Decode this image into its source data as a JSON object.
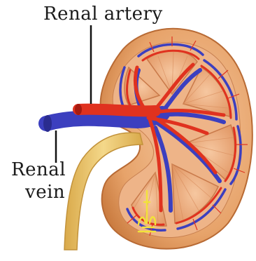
{
  "labels": {
    "renal_artery": "Renal artery",
    "renal_vein_line1": "Renal",
    "renal_vein_line2": "vein"
  },
  "colors": {
    "cortex": "#e8a96a",
    "capsule": "#c97a3e",
    "medulla": "#f2b98a",
    "pyramid": "#e9a577",
    "artery": "#e0321f",
    "vein": "#3c3fbf",
    "ureter": "#e9c46a",
    "nephron": "#f2e23a"
  }
}
